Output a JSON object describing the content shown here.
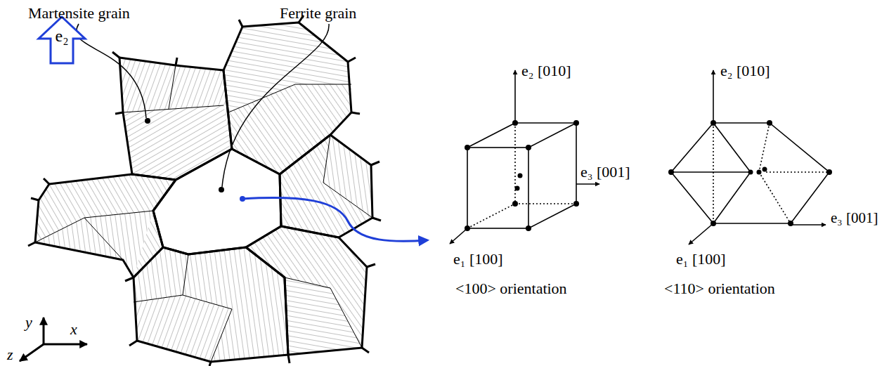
{
  "diagram": {
    "labels": [
      "Martensite grain",
      "Ferrite grain",
      "e₂",
      "y",
      "x",
      "z",
      "e₂ [010]",
      "e₃ [001]",
      "e₁ [100]",
      "<100> orientation",
      "e₂ [010]",
      "e₃ [001]",
      "e₁ [100]",
      "<110> orientation"
    ]
  }
}
